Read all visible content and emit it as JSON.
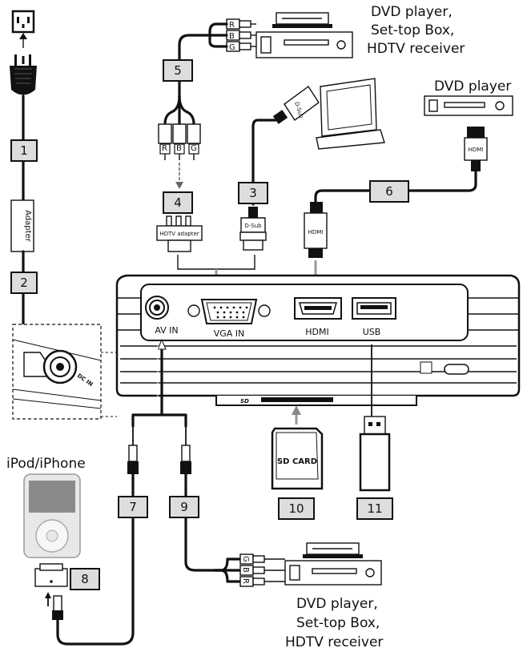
{
  "labels": {
    "dvd_top_line1": "DVD player,",
    "dvd_top_line2": "Set-top Box,",
    "dvd_top_line3": "HDTV receiver",
    "dvd_player": "DVD player",
    "ipod": "iPod/iPhone",
    "dvd_bottom_line1": "DVD player,",
    "dvd_bottom_line2": "Set-top Box,",
    "dvd_bottom_line3": "HDTV receiver"
  },
  "numbers": [
    "1",
    "2",
    "3",
    "4",
    "5",
    "6",
    "7",
    "8",
    "9",
    "10",
    "11"
  ],
  "connector_text": {
    "adapter": "Adapter",
    "dsub_top": "D-Sub",
    "dsub": "D-Sub",
    "hdtv_adapter": "HDTV adapter",
    "hdmi_top": "HDMI",
    "hdmi": "HDMI",
    "sd_card": "SD CARD",
    "dc_in": "DC IN",
    "sd_logo": "SD",
    "rbg": [
      "R",
      "B",
      "G"
    ]
  },
  "ports": {
    "av_in": "AV IN",
    "vga_in": "VGA IN",
    "hdmi": "HDMI",
    "usb": "USB"
  }
}
